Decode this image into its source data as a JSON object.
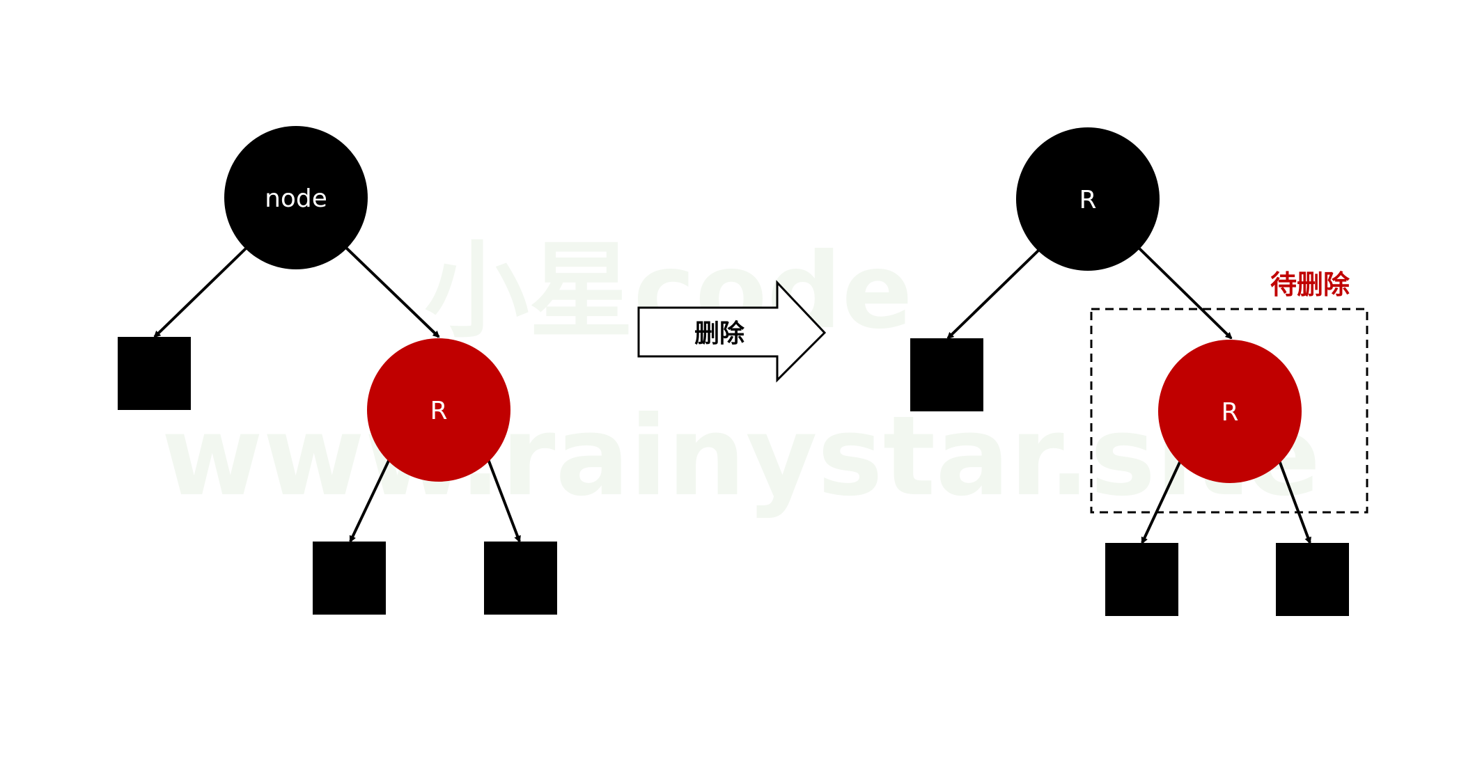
{
  "watermark": {
    "line1": "小星code",
    "line2": "www.rainystar.site",
    "color": "#f2f7f0"
  },
  "colors": {
    "black_node": "#000000",
    "red_node": "#c00000",
    "node_label": "#ffffff",
    "pending_label": "#c00000",
    "edge": "#000000"
  },
  "left_tree": {
    "root": {
      "label": "node",
      "color": "black"
    },
    "right_child": {
      "label": "R",
      "color": "red"
    }
  },
  "transition_arrow": {
    "label": "删除"
  },
  "right_tree": {
    "root": {
      "label": "R",
      "color": "black"
    },
    "right_child": {
      "label": "R",
      "color": "red"
    },
    "pending_delete_label": "待删除"
  }
}
